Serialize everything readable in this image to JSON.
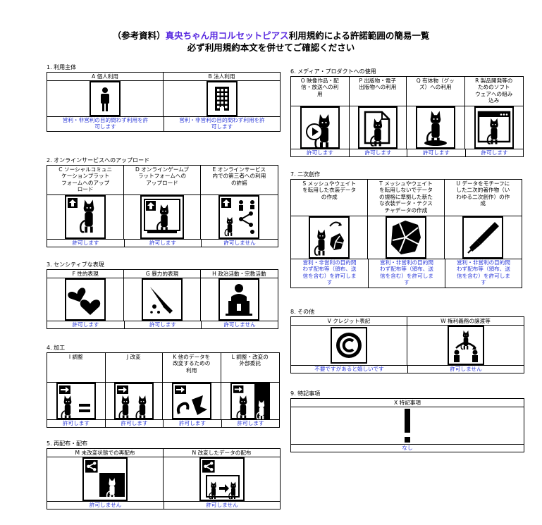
{
  "header": {
    "title_prefix": "（参考資料）",
    "title_brand": "真央ちゃん用コルセットピアス",
    "title_suffix": "利用規約による許諾範囲の簡易一覧",
    "subtitle": "必ず利用規約本文を併せてご確認ください"
  },
  "sections": {
    "s1": {
      "title": "1. 利用主体",
      "items": [
        {
          "label": "A 個人利用",
          "icon": "person-icon",
          "answer": "営利・非営利の目的問わず利用を許\n可します"
        },
        {
          "label": "B 法人利用",
          "icon": "building-icon",
          "answer": "営利・非営利の目的問わず利用を許\n可します"
        }
      ]
    },
    "s2": {
      "title": "2. オンラインサービスへのアップロード",
      "items": [
        {
          "label": "C ソーシャルコミュニ\nケーションプラット\nフォームへのアップ\nロード",
          "icon": "upload-avatar-icon",
          "answer": "許可します"
        },
        {
          "label": "D オンラインゲームプ\nラットフォームへの\nアップロード",
          "icon": "upload-game-icon",
          "answer": "許可します"
        },
        {
          "label": "E オンラインサービス\n内での第三者への利用\nの許諾",
          "icon": "share-users-icon",
          "answer": "許可しません"
        }
      ]
    },
    "s3": {
      "title": "3. センシティブな表現",
      "items": [
        {
          "label": "F 性的表現",
          "icon": "hearts-icon",
          "answer": "許可します"
        },
        {
          "label": "G 暴力的表現",
          "icon": "knife-icon",
          "answer": "許可します"
        },
        {
          "label": "H 政治活動・宗教活動",
          "icon": "podium-speaker-icon",
          "answer": "許可しません"
        }
      ]
    },
    "s4": {
      "title": "4. 加工",
      "items": [
        {
          "label": "I 調整",
          "icon": "adjust-icon",
          "answer": "許可します"
        },
        {
          "label": "J 改変",
          "icon": "modify-icon",
          "answer": "許可します"
        },
        {
          "label": "K 他のデータを\n改変するための\n利用",
          "icon": "use-for-other-icon",
          "answer": "許可します"
        },
        {
          "label": "L 調整・改変の\n外部委託",
          "icon": "outsource-icon",
          "answer": "許可します"
        }
      ]
    },
    "s5": {
      "title": "5. 再配布・配布",
      "items": [
        {
          "label": "M 未改変状態での再配布",
          "icon": "share-original-icon",
          "answer": "許可しません"
        },
        {
          "label": "N 改変したデータの配布",
          "icon": "share-modified-icon",
          "answer": "許可しません"
        }
      ]
    },
    "s6": {
      "title": "6. メディア・プロダクトへの使用",
      "items": [
        {
          "label": "O 映像作品・配\n信・放送への利\n用",
          "icon": "video-play-icon",
          "answer": "許可します"
        },
        {
          "label": "P 出版物・電子\n出版物への利用",
          "icon": "publication-icon",
          "answer": "許可します"
        },
        {
          "label": "Q 有体物（グッ\nズ）への利用",
          "icon": "goods-figure-icon",
          "answer": "許可します"
        },
        {
          "label": "R 製品開発等の\nためのソフト\nウェアへの組み\n込み",
          "icon": "software-window-icon",
          "answer": "許可します"
        }
      ]
    },
    "s7": {
      "title": "7. 二次創作",
      "items": [
        {
          "label": "S メッシュやウェイト\nを転用した衣装データ\nの作成",
          "icon": "mesh-reuse-icon",
          "answer": "営利・非営利の目的問\nわず配布等（頒布、送\n信を含む）を許可しま\nす"
        },
        {
          "label": "T メッシュやウェイト\nを転用しないでデータ\nの規格に準拠した新た\nな衣装データ・テクス\nチャデータの作成",
          "icon": "new-clothing-icon",
          "answer": "営利・非営利の目的問\nわず配布等（頒布、送\n信を含む）を許可しま\nす"
        },
        {
          "label": "U データをモチーフに\nした二次的著作物（い\nわゆる二次創作）の作\n成",
          "icon": "pen-nib-icon",
          "answer": "営利・非営利の目的問\nわず配布等（頒布、送\n信を含む）を許可しま\nす"
        }
      ]
    },
    "s8": {
      "title": "8. その他",
      "items": [
        {
          "label": "V クレジット表記",
          "icon": "copyright-icon",
          "answer": "不要ですがあると嬉しいです"
        },
        {
          "label": "W 権利義務の譲渡等",
          "icon": "transfer-rights-icon",
          "answer": "許可しません"
        }
      ]
    },
    "s9": {
      "title": "9. 特記事項",
      "items": [
        {
          "label": "X 特記事項",
          "icon": "exclamation-icon",
          "answer": "なし"
        }
      ]
    }
  }
}
